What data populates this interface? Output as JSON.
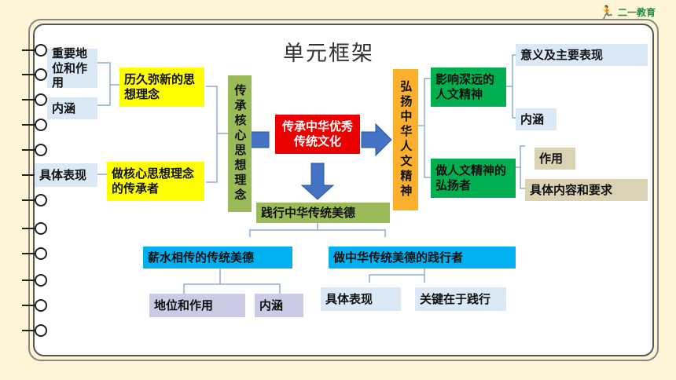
{
  "brand": {
    "name": "二一教育"
  },
  "title": "单元框架",
  "center": "传承中华优秀传统文化",
  "left": {
    "vertical": "传承核心思想理念",
    "branch1": "历久弥新的思想理念",
    "branch2": "做核心思想理念的传承者",
    "leaf1": "重要地位和作用",
    "leaf2": "内涵",
    "leaf3": "具体表现"
  },
  "right": {
    "vertical": "弘扬中华人文精神",
    "branch1": "影响深远的人文精神",
    "branch2": "做人文精神的弘扬者",
    "leaf1": "意义及主要表现",
    "leaf2": "内涵",
    "leaf3": "作用",
    "leaf4": "具体内容和要求"
  },
  "bottom": {
    "main": "践行中华传统美德",
    "branch1": "薪水相传的传统美德",
    "branch2": "做中华传统美德的践行者",
    "leaf1": "地位和作用",
    "leaf2": "内涵",
    "leaf3": "具体表现",
    "leaf4": "关键在于践行"
  },
  "colors": {
    "background": "#fdf5d6",
    "light_blue": "#dbe9f6",
    "yellow": "#fefe00",
    "green": "#00b050",
    "orange": "#fbb02d",
    "red": "#ef0000",
    "olive": "#9bbb59",
    "cyan": "#00b0f0",
    "lavender": "#cccbe6",
    "tan": "#d9d3b4"
  }
}
